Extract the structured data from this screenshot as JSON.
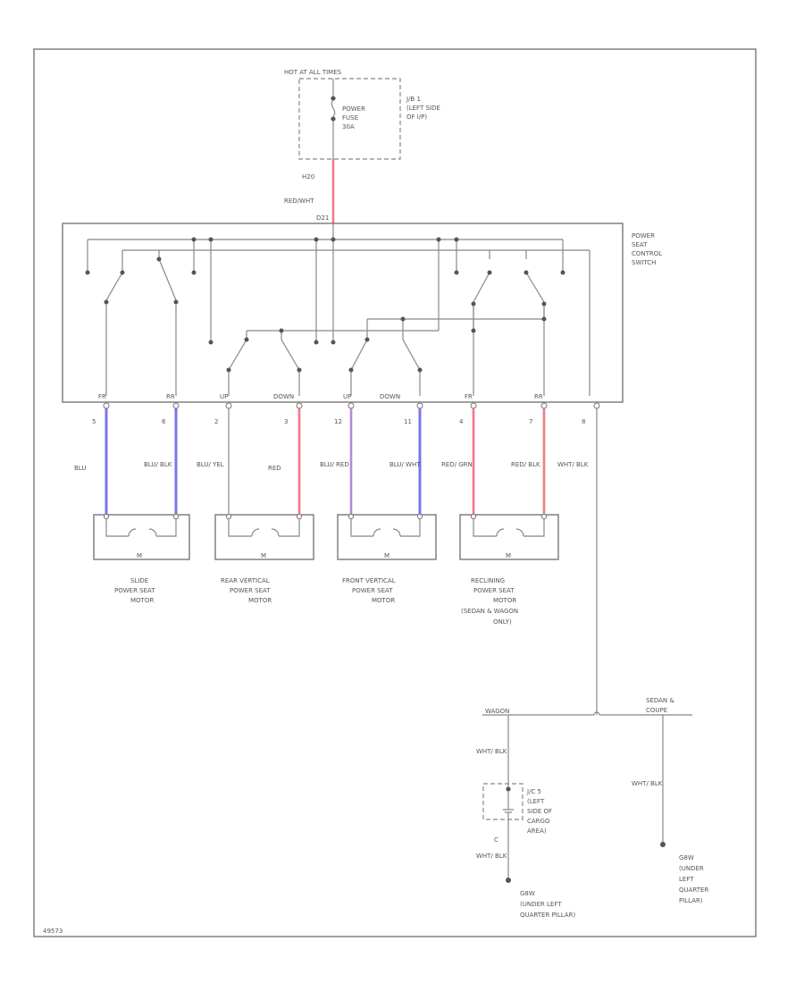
{
  "colors": {
    "red": "#f07a85",
    "blue": "#7777ee",
    "purple": "#b58ad8",
    "line": "#888888"
  },
  "fuse": {
    "hot_label": "HOT AT ALL TIMES",
    "fuse_label_1": "POWER",
    "fuse_label_2": "FUSE",
    "fuse_label_3": "30A",
    "jb_label_1": "J/B 1",
    "jb_label_2": "(LEFT SIDE",
    "jb_label_3": "OF I/P)",
    "wire_id": "H20",
    "wire_color": "RED/WHT",
    "pin": "D21"
  },
  "switch": {
    "label_1": "POWER",
    "label_2": "SEAT",
    "label_3": "CONTROL",
    "label_4": "SWITCH",
    "pin_labels": [
      "FR",
      "RR",
      "UP",
      "DOWN",
      "UP",
      "DOWN",
      "FR",
      "RR"
    ]
  },
  "pins": [
    "5",
    "6",
    "2",
    "3",
    "12",
    "11",
    "4",
    "7",
    "8"
  ],
  "wires": [
    "BLU",
    "BLU/ BLK",
    "BLU/ YEL",
    "RED",
    "BLU/ RED",
    "BLU/ WHT",
    "RED/ GRN",
    "RED/ BLK",
    "WHT/ BLK"
  ],
  "motors": [
    {
      "m": "M",
      "lines": [
        "SLIDE",
        "POWER SEAT",
        "MOTOR"
      ]
    },
    {
      "m": "M",
      "lines": [
        "REAR VERTICAL",
        "POWER SEAT",
        "MOTOR"
      ]
    },
    {
      "m": "M",
      "lines": [
        "FRONT VERTICAL",
        "POWER SEAT",
        "MOTOR"
      ]
    },
    {
      "m": "M",
      "lines": [
        "RECLINING",
        "POWER SEAT",
        "MOTOR",
        "(SEDAN & WAGON",
        "ONLY)"
      ]
    }
  ],
  "ground": {
    "wagon": "WAGON",
    "sedan_1": "SEDAN &",
    "sedan_2": "COUPE",
    "wire_1": "WHT/ BLK",
    "jc_1": "J/C 5",
    "jc_2": "(LEFT",
    "jc_3": "SIDE OF",
    "jc_4": "CARGO",
    "jc_5": "AREA)",
    "pin": "C",
    "wire_2": "WHT/ BLK",
    "gnd_1": "G8W",
    "gnd_1_line_1": "(UNDER LEFT",
    "gnd_1_line_2": "QUARTER PILLAR)",
    "wire_3": "WHT/ BLK",
    "gnd_2": "G8W",
    "gnd_2_line_1": "(UNDER",
    "gnd_2_line_2": "LEFT",
    "gnd_2_line_3": "QUARTER",
    "gnd_2_line_4": "PILLAR)"
  },
  "figure_id": "49573"
}
